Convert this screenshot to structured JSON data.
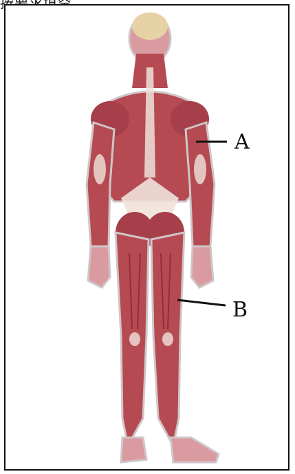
{
  "header": {
    "text": "按要求填空"
  },
  "labels": {
    "a": "A",
    "b": "B"
  },
  "colors": {
    "muscle": "#b54a52",
    "muscle_dark": "#8e2f38",
    "tendon": "#efe2d9",
    "skin_outline": "#cfc6c8",
    "hair": "#e7d2a6",
    "frame": "#111111"
  }
}
